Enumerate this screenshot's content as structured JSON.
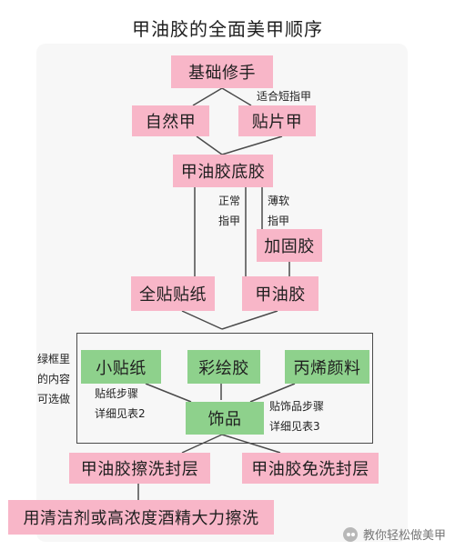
{
  "title": "甲油胶的全面美甲顺序",
  "nodes": {
    "base_prep": "基础修手",
    "natural_nail": "自然甲",
    "press_on_nail": "贴片甲",
    "base_gel": "甲油胶底胶",
    "reinforcement_gel": "加固胶",
    "full_sticker": "全贴贴纸",
    "gel_polish": "甲油胶",
    "small_sticker": "小贴纸",
    "painted_gel": "彩绘胶",
    "acrylic_pigment": "丙烯颜料",
    "decoration": "饰品",
    "wipe_top_coat": "甲油胶擦洗封层",
    "no_wipe_top_coat": "甲油胶免洗封层",
    "cleanse_step": "用清洁剂或高浓度酒精大力擦洗"
  },
  "notes": {
    "short_nails": "适合短指甲",
    "normal_nails_line1": "正常",
    "normal_nails_line2": "指甲",
    "thin_soft_line1": "薄软",
    "thin_soft_line2": "指甲",
    "green_frame_line1": "绿框里",
    "green_frame_line2": "的内容",
    "green_frame_line3": "可选做",
    "sticker_steps_line1": "贴纸步骤",
    "sticker_steps_line2": "详细见表2",
    "decor_steps_line1": "贴饰品步骤",
    "decor_steps_line2": "详细见表3"
  },
  "watermark": "教你轻松做美甲",
  "colors": {
    "pink": "#f8b6c8",
    "green": "#8ed18c",
    "line": "#4a4a4a"
  }
}
